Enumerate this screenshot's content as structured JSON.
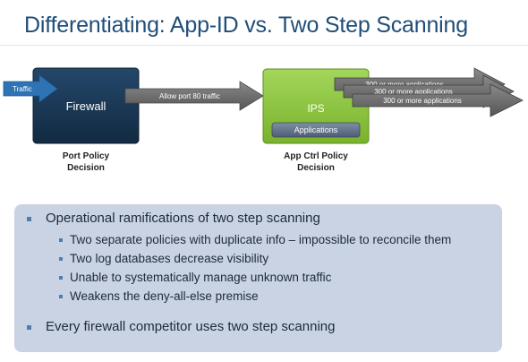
{
  "slide": {
    "title": "Differentiating: App-ID vs. Two Step Scanning"
  },
  "diagram": {
    "traffic_label": "Traffic",
    "firewall_label": "Firewall",
    "allow_label": "Allow port 80 traffic",
    "ips_label": "IPS",
    "applications_label": "Applications",
    "app_arrows": [
      "300 or more applications",
      "300 or more applications",
      "300 or more applications"
    ],
    "port_caption_line1": "Port Policy",
    "port_caption_line2": "Decision",
    "app_caption_line1": "App Ctrl Policy",
    "app_caption_line2": "Decision",
    "colors": {
      "firewall": "#1a3550",
      "ips": "#8dc63f",
      "arrow": "#6b6b6b",
      "traffic_arrow": "#2e74b5"
    }
  },
  "bullets": {
    "main1": "Operational ramifications of two step scanning",
    "sub": [
      "Two separate policies with duplicate info – impossible to reconcile them",
      "Two log databases decrease visibility",
      "Unable to systematically manage unknown traffic",
      "Weakens the deny-all-else premise"
    ],
    "main2": "Every firewall competitor uses two step scanning"
  }
}
